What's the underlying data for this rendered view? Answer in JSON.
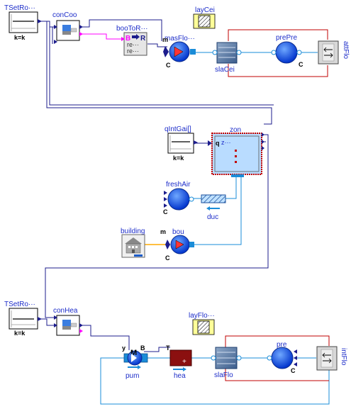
{
  "blocks": {
    "tsetroo_top": {
      "name": "TSetRo···",
      "param": "k=k"
    },
    "concoo": {
      "name": "conCoo"
    },
    "bootor": {
      "name": "booToR···",
      "b_glyph": "B",
      "r_glyph": "R",
      "row1": "re···",
      "row2": "re···"
    },
    "laycei": {
      "name": "layCei"
    },
    "masflo": {
      "name": "masFlo···",
      "port_m": "m"
    },
    "slacei": {
      "name": "slaCei"
    },
    "prepre": {
      "name": "prePre"
    },
    "attflo": {
      "name": "attFlo"
    },
    "qintgai": {
      "name": "qIntGai[]",
      "param": "k=k"
    },
    "zon": {
      "name": "zon",
      "port_q": "q",
      "port_z": "z···"
    },
    "freshair": {
      "name": "freshAir"
    },
    "duc": {
      "name": "duc"
    },
    "building": {
      "name": "building"
    },
    "bou": {
      "name": "bou",
      "port_m": "m"
    },
    "tsetroo_bot": {
      "name": "TSetRo···",
      "param": "k=k"
    },
    "conhea": {
      "name": "conHea"
    },
    "pum": {
      "name": "pum",
      "port_y": "y",
      "glyph_m": "M",
      "port_b": "B"
    },
    "hea": {
      "name": "hea",
      "port_t": "T"
    },
    "layflo": {
      "name": "layFlo···"
    },
    "slaflo": {
      "name": "slaFlo"
    },
    "pre": {
      "name": "pre"
    },
    "intflo": {
      "name": "intFlo"
    }
  },
  "colors": {
    "signal": "#1c1c8c",
    "fluid": "#1a8cd8",
    "heat": "#c00000",
    "boolean": "#ff00ff",
    "weather": "#ffaa00",
    "label": "#1c2cc9",
    "component_blue": "#1f66ff"
  }
}
